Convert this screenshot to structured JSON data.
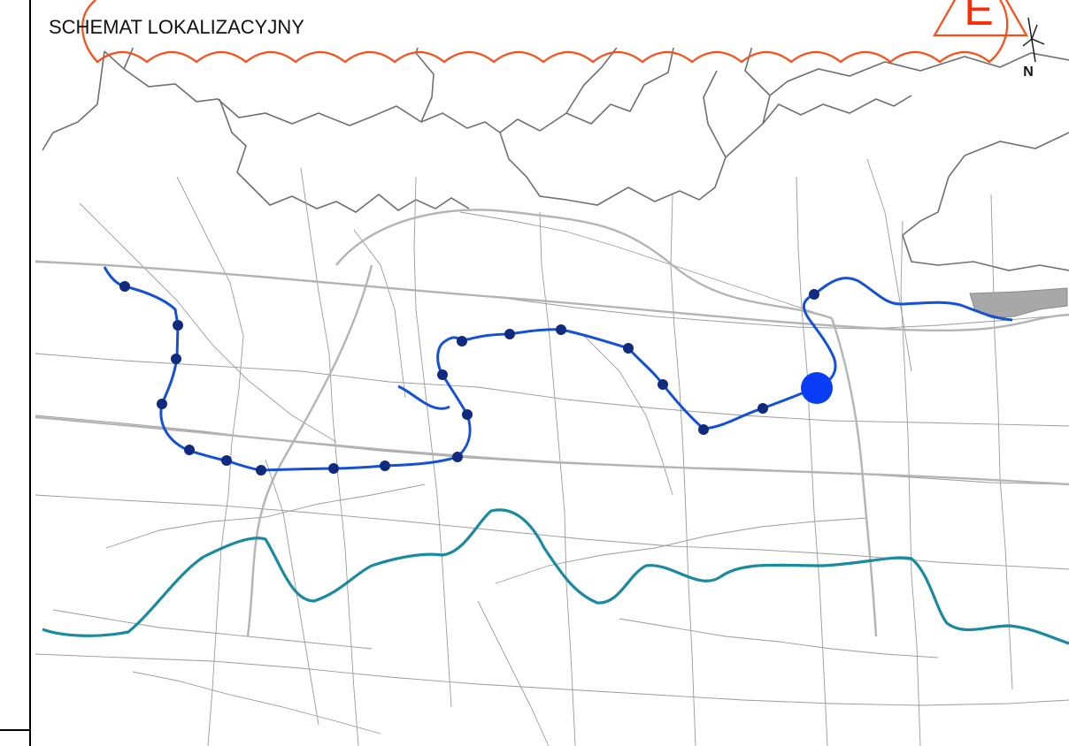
{
  "map": {
    "title": "SCHEMAT LOKALIZACYJNY",
    "sheet_letter": "E",
    "north_label": "N"
  },
  "colors": {
    "cloud_outline": "#ff4a12",
    "sheet_letter": "#ff2a00",
    "route_line": "#1550d8",
    "route_stop": "#102a80",
    "route_terminal": "#0a3cf5",
    "river": "#1a8a9e",
    "roads": "#9a9a9a",
    "boundaries": "#6f6f6f",
    "industrial_area": "#a8a8a8"
  },
  "icons": [
    "north-arrow-icon",
    "revision-triangle-icon"
  ]
}
